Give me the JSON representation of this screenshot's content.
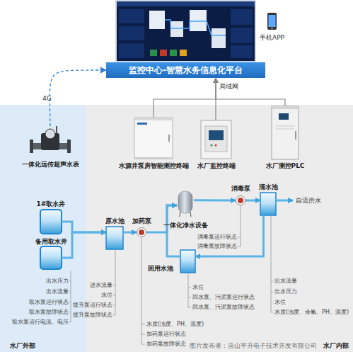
{
  "diagram": {
    "nodes": [
      {
        "text": [
          "监控中心-智慧水务信息化平台"
        ]
      },
      {
        "text": [
          "手机APP"
        ]
      },
      {
        "text": [
          "水厂外部"
        ]
      },
      {
        "text": [
          "水厂内部"
        ]
      },
      {
        "text": [
          "一体化远传超声水表"
        ],
        "in": 2
      },
      {
        "text": [
          "水源井泵房智能测控终端"
        ],
        "in": 3
      },
      {
        "text": [
          "水厂监控终端"
        ],
        "in": 3
      },
      {
        "text": [
          "水厂测控PLC"
        ],
        "in": 3
      },
      {
        "text": [
          "1#取水井"
        ],
        "in": 2
      },
      {
        "text": [
          "备用取水井"
        ],
        "in": 2
      },
      {
        "text": [
          "原水池"
        ],
        "in": 3
      },
      {
        "text": [
          "加药泵"
        ],
        "in": 3
      },
      {
        "text": [
          "一体化净水设备"
        ],
        "in": 3
      },
      {
        "text": [
          "消毒泵"
        ],
        "in": 3
      },
      {
        "text": [
          "清水池"
        ],
        "in": 3
      },
      {
        "text": [
          "回用水池"
        ],
        "in": 3
      }
    ],
    "edges": [
      {
        "from": 4,
        "to": 0,
        "arrow": "to",
        "label": "4G"
      },
      {
        "from": 5,
        "to": 0,
        "arrow": "to"
      },
      {
        "from": 6,
        "to": 0,
        "arrow": "to",
        "label": "局域网"
      },
      {
        "from": 7,
        "to": 0,
        "arrow": "to"
      },
      {
        "from": 8,
        "to": 10,
        "arrow": "to"
      },
      {
        "from": 9,
        "to": 10,
        "arrow": "to"
      },
      {
        "from": 10,
        "to": 11,
        "arrow": "to"
      },
      {
        "from": 11,
        "to": 12,
        "arrow": "to"
      },
      {
        "from": 12,
        "to": 13,
        "arrow": "to"
      },
      {
        "from": 13,
        "to": 14,
        "arrow": "to"
      },
      {
        "from": 14,
        "to": 15,
        "arrow": "to"
      },
      {
        "from": 15,
        "to": 12,
        "arrow": "to"
      }
    ],
    "labels": [
      "出水压力",
      "出水流量",
      "取水泵运行状态",
      "取水泵故障状态",
      "取水泵运行电流、电压",
      "进水流量",
      "水位",
      "提升泵运行状态",
      "提升泵故障状态",
      "水质(浊度、PH、温度)",
      "加药泵运行状态",
      "加药泵故障状态",
      "消毒泵运行状态",
      "消毒泵故障状态",
      "出水流量",
      "出水压力",
      "水位",
      "水质(浊度、余氯、PH、温度)",
      "水位",
      "回水泵、污泥泵运行状态",
      "回水泵、污泥泵故障状态",
      "自流供水",
      "图片发布者：唐山平升电子技术开发有限公司"
    ]
  }
}
